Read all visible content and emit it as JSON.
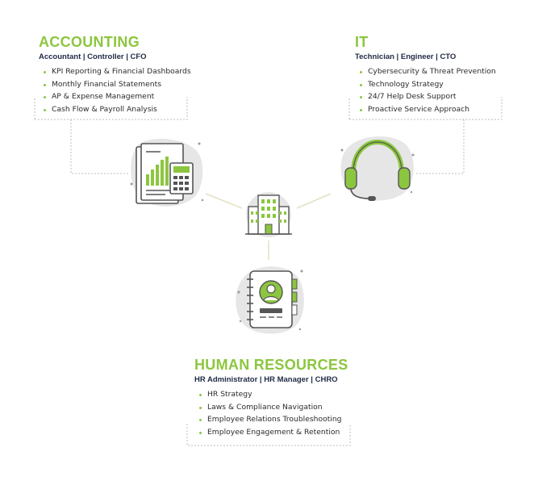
{
  "colors": {
    "accent": "#8cc63f",
    "dark": "#1f2a44",
    "icon_stroke": "#555555",
    "blob": "#e6e6e6",
    "connector": "#e3e1c4"
  },
  "sections": {
    "accounting": {
      "title": "ACCOUNTING",
      "roles": "Accountant | Controller | CFO",
      "items": [
        "KPI Reporting & Financial Dashboards",
        "Monthly Financial Statements",
        "AP & Expense Management",
        "Cash Flow & Payroll Analysis"
      ]
    },
    "it": {
      "title": "IT",
      "roles": "Technician | Engineer | CTO",
      "items": [
        "Cybersecurity & Threat Prevention",
        "Technology Strategy",
        "24/7 Help Desk Support",
        "Proactive Service Approach"
      ]
    },
    "hr": {
      "title": "HUMAN RESOURCES",
      "roles": "HR Administrator | HR Manager | CHRO",
      "items": [
        "HR Strategy",
        "Laws & Compliance Navigation",
        "Employee Relations Troubleshooting",
        "Employee Engagement & Retention"
      ]
    }
  },
  "icons": {
    "accounting": "financial-report-calculator-icon",
    "it": "headset-icon",
    "center": "office-building-icon",
    "hr": "contact-book-icon"
  }
}
